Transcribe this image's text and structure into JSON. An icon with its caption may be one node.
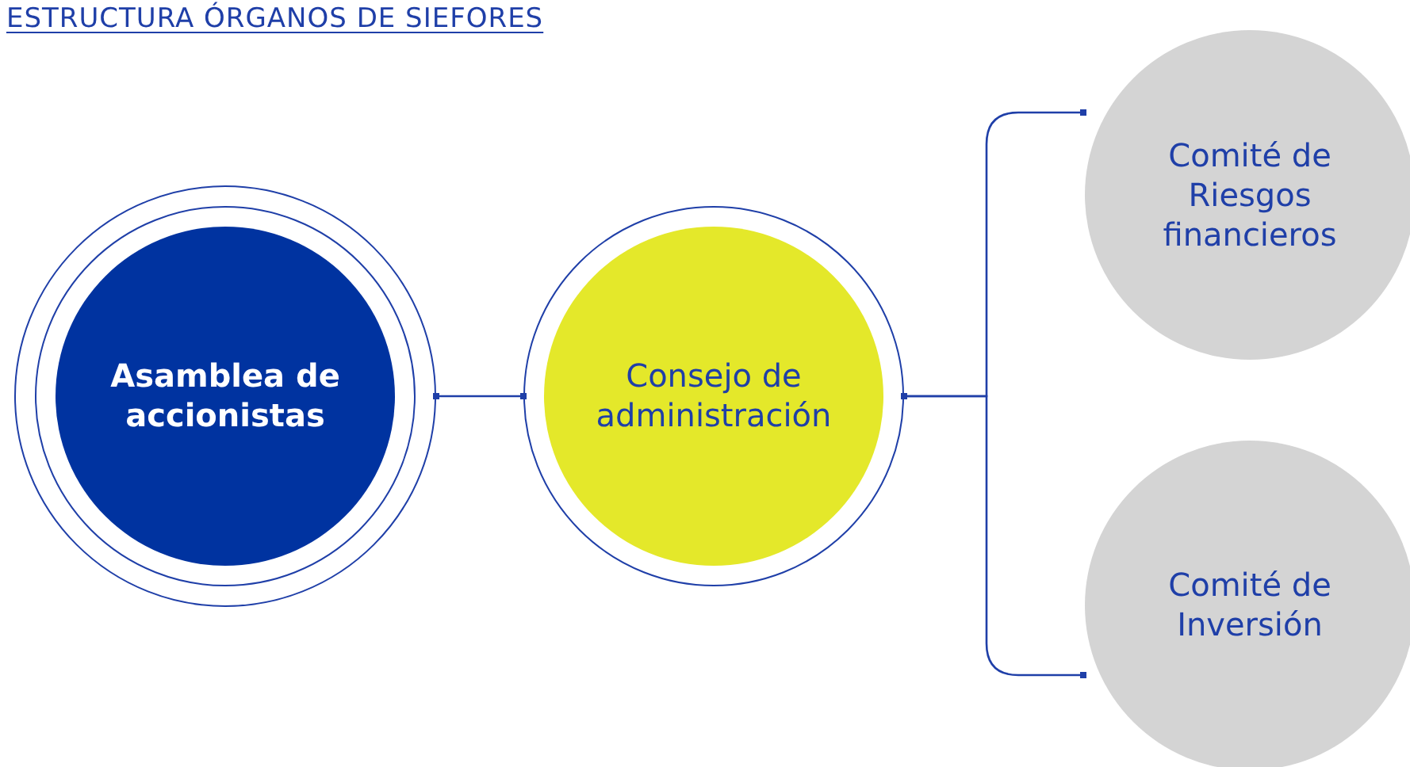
{
  "diagram": {
    "title": "ESTRUCTURA ÓRGANOS DE SIEFORES",
    "nodes": [
      {
        "text": [
          "Asamblea de accionistas"
        ]
      },
      {
        "text": [
          "Consejo de administración"
        ]
      },
      {
        "text": [
          "Comité de Riesgos financieros"
        ]
      },
      {
        "text": [
          "Comité de Inversión"
        ]
      }
    ],
    "edges": [
      {
        "from": 0,
        "to": 1,
        "arrow": "other"
      },
      {
        "from": 1,
        "to": 2,
        "arrow": "other"
      },
      {
        "from": 1,
        "to": 3,
        "arrow": "other"
      }
    ]
  }
}
